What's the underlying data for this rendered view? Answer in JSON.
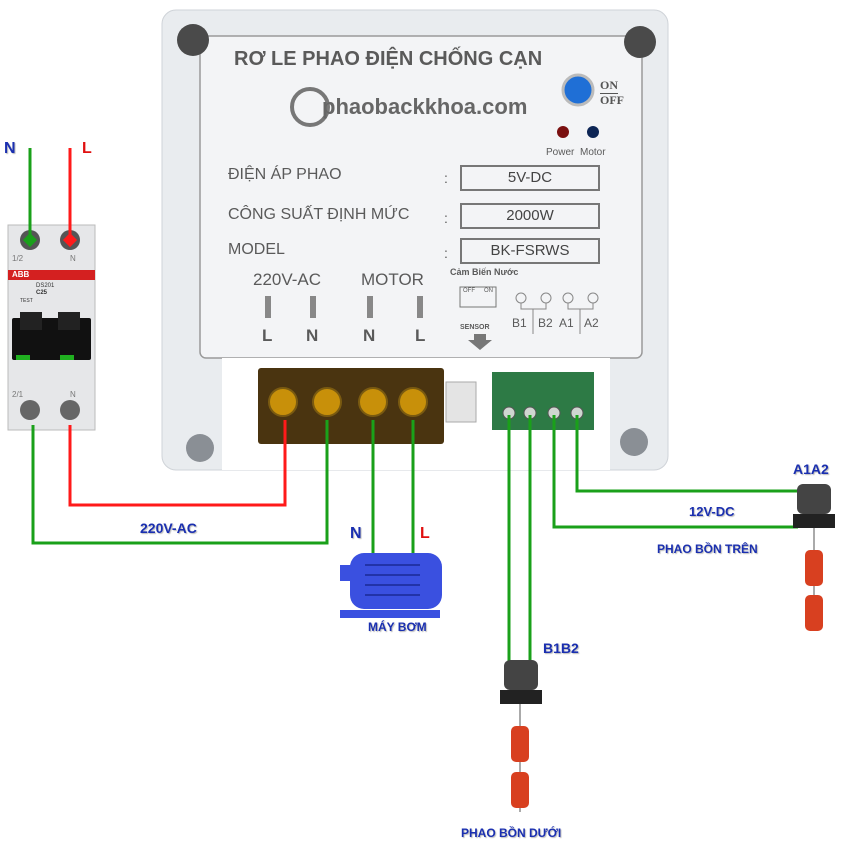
{
  "device": {
    "title": "RƠ LE PHAO ĐIỆN CHỐNG CẠN",
    "logo_text": "phaobackkhoa.com",
    "switch": {
      "on": "ON",
      "off": "OFF"
    },
    "leds": {
      "power": "Power",
      "motor": "Motor"
    },
    "specs": [
      {
        "label": "ĐIỆN ÁP PHAO",
        "sep": ":",
        "value": "5V-DC"
      },
      {
        "label": "CÔNG SUẤT ĐỊNH MỨC",
        "sep": ":",
        "value": "2000W"
      },
      {
        "label": "MODEL",
        "sep": ":",
        "value": "BK-FSRWS"
      }
    ],
    "power_group": "220V-AC",
    "motor_group": "MOTOR",
    "terminals": [
      "L",
      "N",
      "N",
      "L"
    ],
    "sensor_title": "Cảm Biến Nước",
    "sensor_switch": {
      "off": "OFF",
      "on": "ON"
    },
    "sensor_label": "SENSOR",
    "float_terminals": [
      "B1",
      "B2",
      "A1",
      "A2"
    ]
  },
  "breaker": {
    "brand": "ABB",
    "model": "DS201",
    "rating": "C25",
    "test": "TEST",
    "top_labels": [
      "1/2",
      "N"
    ],
    "bottom_labels": [
      "2/1",
      "N"
    ]
  },
  "labels": {
    "input_n": "N",
    "input_l": "L",
    "supply": "220V-AC",
    "motor_n": "N",
    "motor_l": "L",
    "pump": "MÁY BƠM",
    "lower_float_id": "B1B2",
    "lower_float": "PHAO BỒN DƯỚI",
    "upper_float_id": "A1A2",
    "upper_voltage": "12V-DC",
    "upper_float": "PHAO BỒN TRÊN"
  },
  "colors": {
    "neutral_wire": "#1aa01a",
    "live_wire": "#ff1a1a",
    "label_blue": "#1a2fb0",
    "motor": "#3a50e0",
    "float": "#d84020"
  }
}
